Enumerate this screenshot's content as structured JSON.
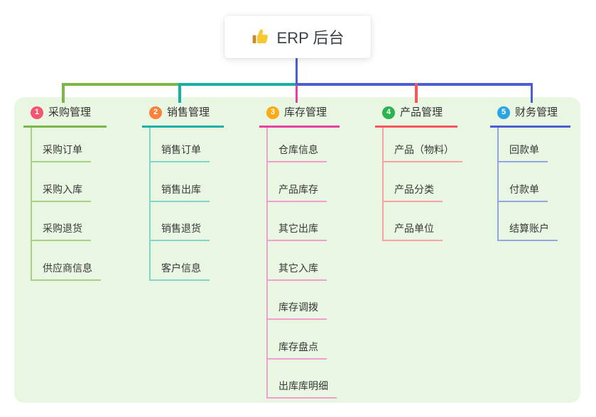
{
  "root": {
    "title": "ERP 后台",
    "icon": "thumbs-up"
  },
  "canvas": {
    "background": "#ffffff",
    "panel_color": "#e9f6e2",
    "root_line_color": "#4a5fd0"
  },
  "branches": [
    {
      "label": "采购管理",
      "badge": "1",
      "badge_color": "#f2576f",
      "line_color": "#7ab648",
      "child_line_color": "#a9d185",
      "children": [
        "采购订单",
        "采购入库",
        "采购退货",
        "供应商信息"
      ]
    },
    {
      "label": "销售管理",
      "badge": "2",
      "badge_color": "#f6823b",
      "line_color": "#14b1a7",
      "child_line_color": "#82d5cd",
      "children": [
        "销售订单",
        "销售出库",
        "销售退货",
        "客户信息"
      ]
    },
    {
      "label": "库存管理",
      "badge": "3",
      "badge_color": "#fbab18",
      "line_color": "#e8409f",
      "child_line_color": "#f29fce",
      "children": [
        "仓库信息",
        "产品库存",
        "其它出库",
        "其它入库",
        "库存调拨",
        "库存盘点",
        "出库库明细"
      ]
    },
    {
      "label": "产品管理",
      "badge": "4",
      "badge_color": "#2cb24f",
      "line_color": "#f8565f",
      "child_line_color": "#f8a2a8",
      "children": [
        "产品（物料）",
        "产品分类",
        "产品单位"
      ]
    },
    {
      "label": "财务管理",
      "badge": "5",
      "badge_color": "#29a6e2",
      "line_color": "#4a5fd0",
      "child_line_color": "#92a7e2",
      "children": [
        "回款单",
        "付款单",
        "结算账户"
      ]
    }
  ]
}
